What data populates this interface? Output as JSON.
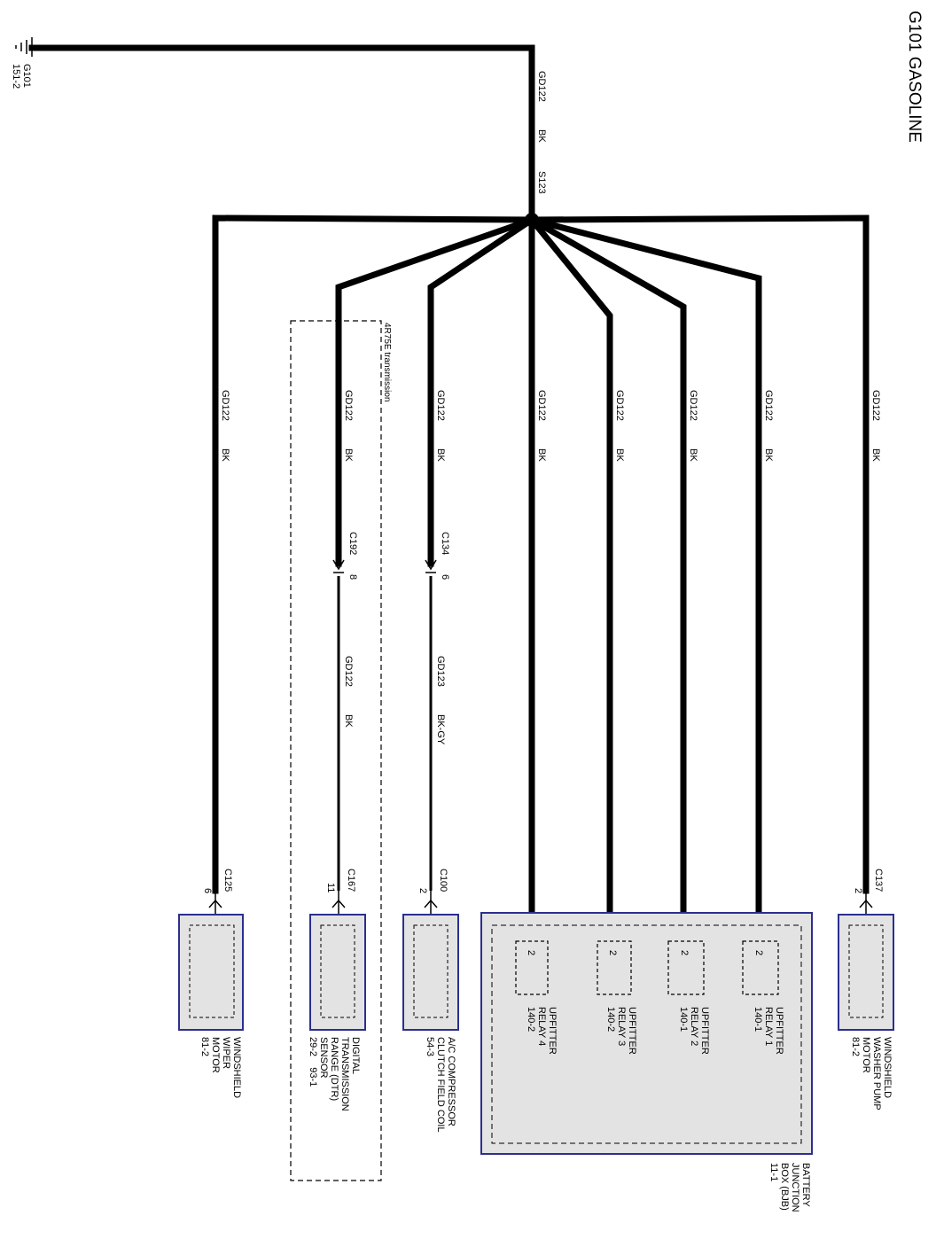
{
  "title": "G101 GASOLINE",
  "ground": {
    "name": "G101",
    "location": "151-2"
  },
  "main_wire": {
    "circuit": "GD122",
    "color": "BK"
  },
  "splice": "S123",
  "transmission_option": "4R75E transmission",
  "branches": [
    {
      "circuit": "GD122",
      "color": "BK"
    },
    {
      "circuit": "GD122",
      "color": "BK"
    },
    {
      "circuit": "GD122",
      "color": "BK"
    },
    {
      "circuit": "GD122",
      "color": "BK"
    },
    {
      "circuit": "GD122",
      "color": "BK"
    },
    {
      "circuit": "GD122",
      "color": "BK"
    },
    {
      "circuit": "GD122",
      "color": "BK"
    },
    {
      "circuit": "GD122",
      "color": "BK"
    }
  ],
  "inline_connectors": [
    {
      "id": "C192",
      "pin": "8",
      "after_circuit": "GD122",
      "after_color": "BK"
    },
    {
      "id": "C134",
      "pin": "6",
      "after_circuit": "GD123",
      "after_color": "BK-GY"
    }
  ],
  "components": [
    {
      "connector": "C125",
      "pin": "6",
      "lines": [
        "WINDSHIELD",
        "WIPER",
        "MOTOR",
        "81-2"
      ]
    },
    {
      "connector": "C167",
      "pin": "11",
      "lines": [
        "DIGITAL",
        "TRANSMISSION",
        "RANGE (DTR)",
        "SENSOR",
        "29-2    93-1"
      ]
    },
    {
      "connector": "C100",
      "pin": "2",
      "lines": [
        "A/C COMPRESSOR",
        "CLUTCH FIELD COIL",
        "54-3"
      ]
    },
    {
      "connector": "C137",
      "pin": "2",
      "lines": [
        "WINDSHIELD",
        "WASHER PUMP",
        "MOTOR",
        "81-2"
      ]
    }
  ],
  "junction_box": {
    "lines": [
      "BATTERY",
      "JUNCTION",
      "BOX (BJB)",
      "11-1"
    ],
    "relays": [
      {
        "pin": "2",
        "lines": [
          "UPFITTER",
          "RELAY 4",
          "140-2"
        ]
      },
      {
        "pin": "2",
        "lines": [
          "UPFITTER",
          "RELAY 3",
          "140-2"
        ]
      },
      {
        "pin": "2",
        "lines": [
          "UPFITTER",
          "RELAY 2",
          "140-1"
        ]
      },
      {
        "pin": "2",
        "lines": [
          "UPFITTER",
          "RELAY 1",
          "140-1"
        ]
      }
    ]
  },
  "colors": {
    "wire": "#000000",
    "component_border": "#2b2f8f",
    "component_fill": "#e3e3e3"
  }
}
